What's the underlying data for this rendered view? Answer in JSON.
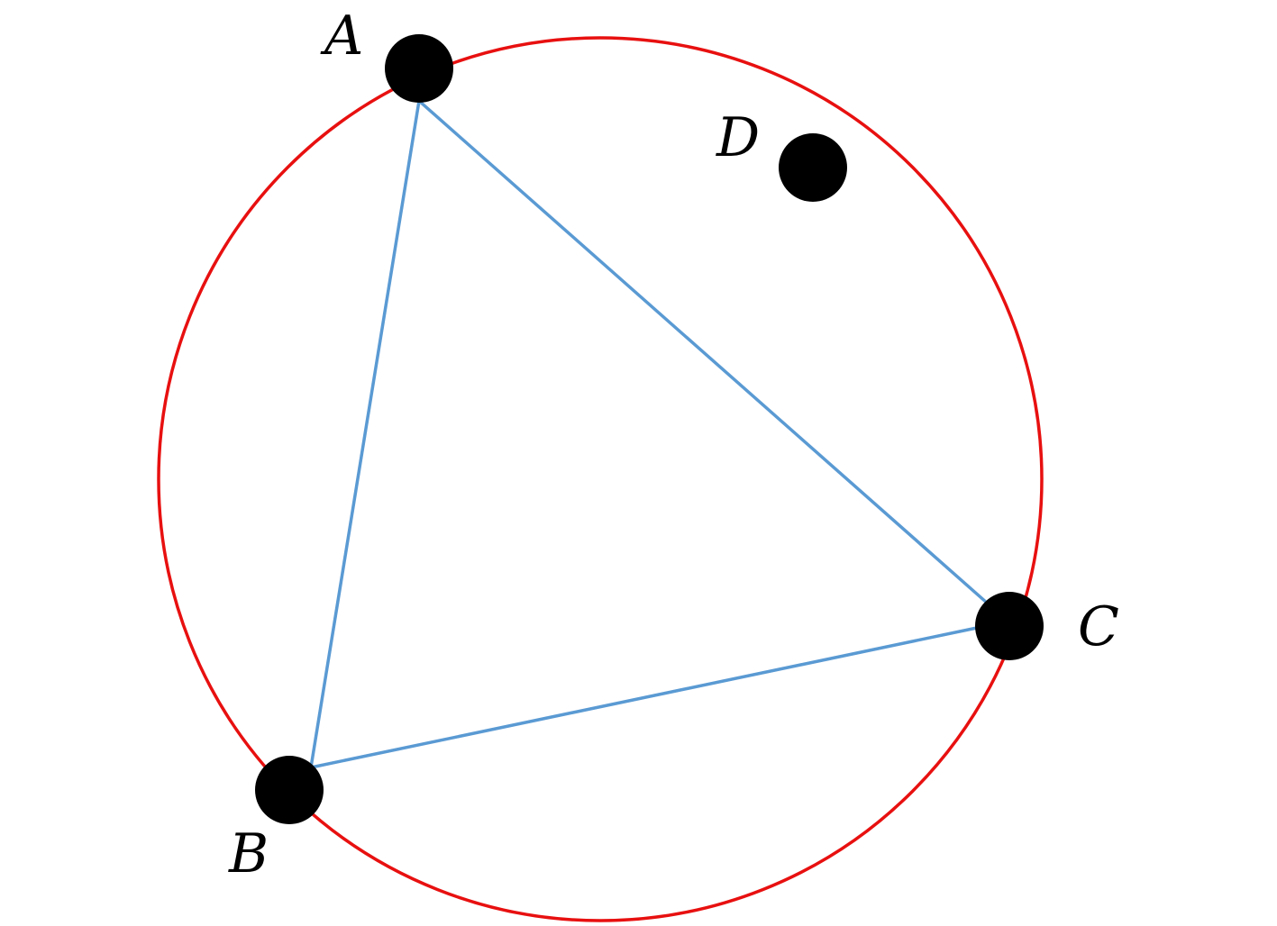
{
  "colors": {
    "background": "#ffffff",
    "circle_stroke": "#e81010",
    "triangle_stroke": "#5a9ad3",
    "point_fill": "#000000"
  },
  "points": {
    "A": {
      "label": "A"
    },
    "B": {
      "label": "B"
    },
    "C": {
      "label": "C"
    },
    "D": {
      "label": "D"
    }
  }
}
